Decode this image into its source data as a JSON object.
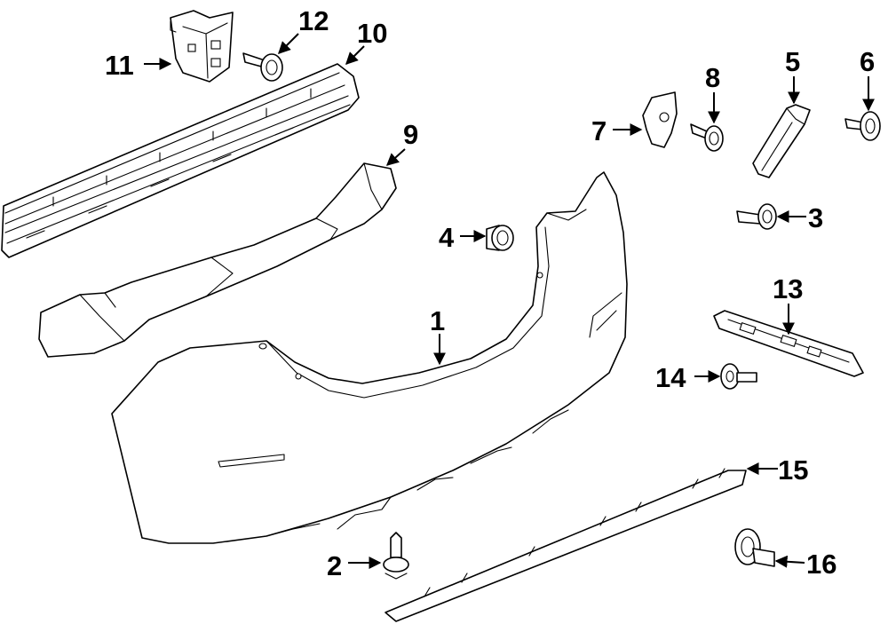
{
  "diagram": {
    "callouts": [
      {
        "id": "1",
        "text": "1"
      },
      {
        "id": "2",
        "text": "2"
      },
      {
        "id": "3",
        "text": "3"
      },
      {
        "id": "4",
        "text": "4"
      },
      {
        "id": "5",
        "text": "5"
      },
      {
        "id": "6",
        "text": "6"
      },
      {
        "id": "7",
        "text": "7"
      },
      {
        "id": "8",
        "text": "8"
      },
      {
        "id": "9",
        "text": "9"
      },
      {
        "id": "10",
        "text": "10"
      },
      {
        "id": "11",
        "text": "11"
      },
      {
        "id": "12",
        "text": "12"
      },
      {
        "id": "13",
        "text": "13"
      },
      {
        "id": "14",
        "text": "14"
      },
      {
        "id": "15",
        "text": "15"
      },
      {
        "id": "16",
        "text": "16"
      }
    ],
    "line_color": "#000000",
    "background": "#ffffff"
  }
}
